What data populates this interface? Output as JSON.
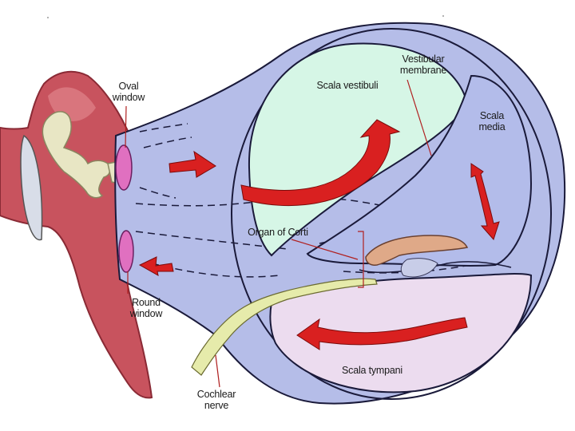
{
  "labels": {
    "oval_window": [
      "Oval",
      "window"
    ],
    "round_window": [
      "Round",
      "window"
    ],
    "scala_vestibuli": "Scala vestibuli",
    "vestibular_membrane": [
      "Vestibular",
      "membrane"
    ],
    "scala_media": [
      "Scala",
      "media"
    ],
    "organ_of_corti": "Organ of Corti",
    "scala_tympani": "Scala tympani",
    "cochlear_nerve": [
      "Cochlear",
      "nerve"
    ]
  },
  "colors": {
    "ear_tissue": "#c8535e",
    "cochlea_body": "#b5bde8",
    "scala_vestibuli": "#d6f6e6",
    "scala_tympani": "#ecdcef",
    "scala_media": "#b3bcea",
    "arrow": "#d92020",
    "nerve": "#e6ebab",
    "organ_of_corti": "#dfa988",
    "outline": "#1a1a3a"
  }
}
